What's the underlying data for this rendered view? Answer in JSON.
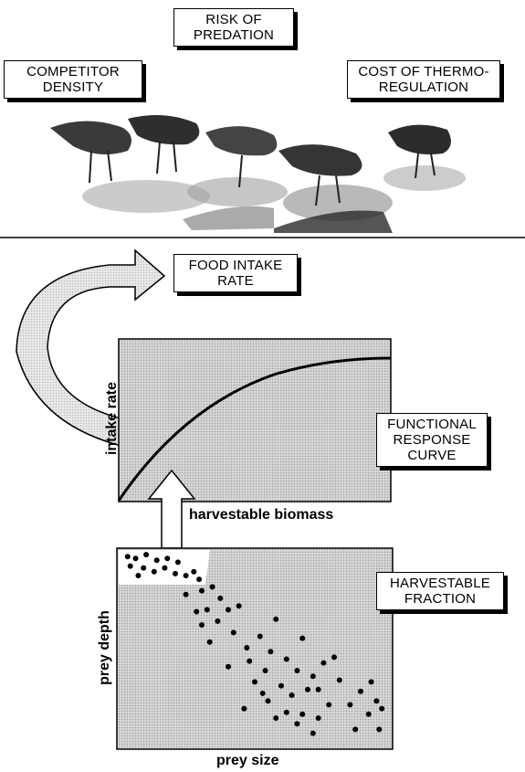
{
  "factors": {
    "risk": [
      "RISK OF",
      "PREDATION"
    ],
    "competitor": [
      "COMPETITOR",
      "DENSITY"
    ],
    "thermo": [
      "COST OF THERMO-",
      "REGULATION"
    ]
  },
  "food_intake": [
    "FOOD INTAKE",
    "RATE"
  ],
  "functional": [
    "FUNCTIONAL",
    "RESPONSE",
    "CURVE"
  ],
  "harvestable": [
    "HARVESTABLE",
    "FRACTION"
  ],
  "axes": {
    "intake_y": "intake rate",
    "biomass_x": "harvestable biomass",
    "depth_y": "prey depth",
    "size_x": "prey size"
  },
  "prey_points": [
    [
      0.02,
      0.02
    ],
    [
      0.05,
      0.03
    ],
    [
      0.09,
      0.01
    ],
    [
      0.13,
      0.04
    ],
    [
      0.17,
      0.03
    ],
    [
      0.21,
      0.05
    ],
    [
      0.03,
      0.07
    ],
    [
      0.08,
      0.08
    ],
    [
      0.12,
      0.1
    ],
    [
      0.16,
      0.08
    ],
    [
      0.2,
      0.11
    ],
    [
      0.24,
      0.12
    ],
    [
      0.27,
      0.1
    ],
    [
      0.29,
      0.14
    ],
    [
      0.06,
      0.12
    ],
    [
      0.24,
      0.22
    ],
    [
      0.3,
      0.2
    ],
    [
      0.34,
      0.18
    ],
    [
      0.37,
      0.24
    ],
    [
      0.32,
      0.3
    ],
    [
      0.28,
      0.31
    ],
    [
      0.4,
      0.3
    ],
    [
      0.44,
      0.28
    ],
    [
      0.36,
      0.36
    ],
    [
      0.3,
      0.38
    ],
    [
      0.42,
      0.42
    ],
    [
      0.33,
      0.47
    ],
    [
      0.47,
      0.5
    ],
    [
      0.52,
      0.44
    ],
    [
      0.58,
      0.35
    ],
    [
      0.56,
      0.52
    ],
    [
      0.48,
      0.57
    ],
    [
      0.4,
      0.6
    ],
    [
      0.54,
      0.62
    ],
    [
      0.62,
      0.56
    ],
    [
      0.68,
      0.45
    ],
    [
      0.66,
      0.62
    ],
    [
      0.72,
      0.65
    ],
    [
      0.6,
      0.7
    ],
    [
      0.5,
      0.68
    ],
    [
      0.53,
      0.74
    ],
    [
      0.64,
      0.75
    ],
    [
      0.7,
      0.72
    ],
    [
      0.74,
      0.72
    ],
    [
      0.76,
      0.58
    ],
    [
      0.8,
      0.55
    ],
    [
      0.82,
      0.67
    ],
    [
      0.78,
      0.8
    ],
    [
      0.68,
      0.85
    ],
    [
      0.62,
      0.84
    ],
    [
      0.58,
      0.87
    ],
    [
      0.66,
      0.9
    ],
    [
      0.74,
      0.87
    ],
    [
      0.86,
      0.8
    ],
    [
      0.9,
      0.73
    ],
    [
      0.94,
      0.68
    ],
    [
      0.93,
      0.85
    ],
    [
      0.96,
      0.78
    ],
    [
      0.98,
      0.82
    ],
    [
      0.97,
      0.93
    ],
    [
      0.88,
      0.93
    ],
    [
      0.55,
      0.78
    ],
    [
      0.46,
      0.82
    ],
    [
      0.72,
      0.95
    ]
  ]
}
